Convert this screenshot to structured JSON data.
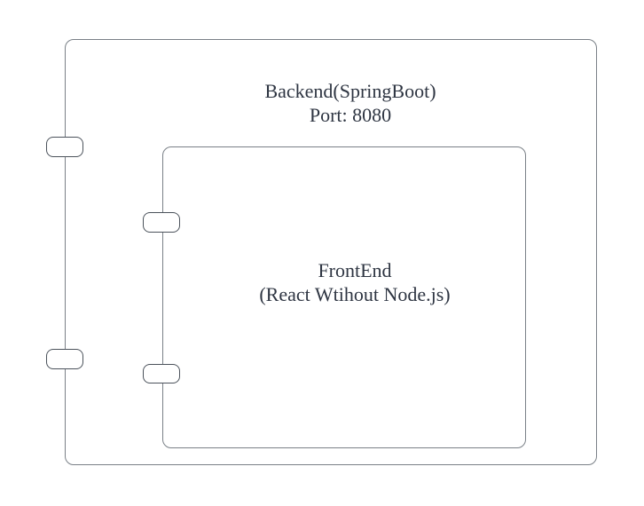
{
  "diagram": {
    "type": "nested-container-diagram",
    "background_color": "#ffffff",
    "shape_fill": "#ffffff",
    "shape_stroke": "#7a8087",
    "port_stroke": "#4b525b",
    "text_color": "#2e3542",
    "backend": {
      "title": "Backend(SpringBoot)",
      "subtitle": "Port: 8080",
      "port_count": 2
    },
    "frontend": {
      "title": "FrontEnd",
      "subtitle": "(React Wtihout Node.js)",
      "port_count": 2
    }
  }
}
